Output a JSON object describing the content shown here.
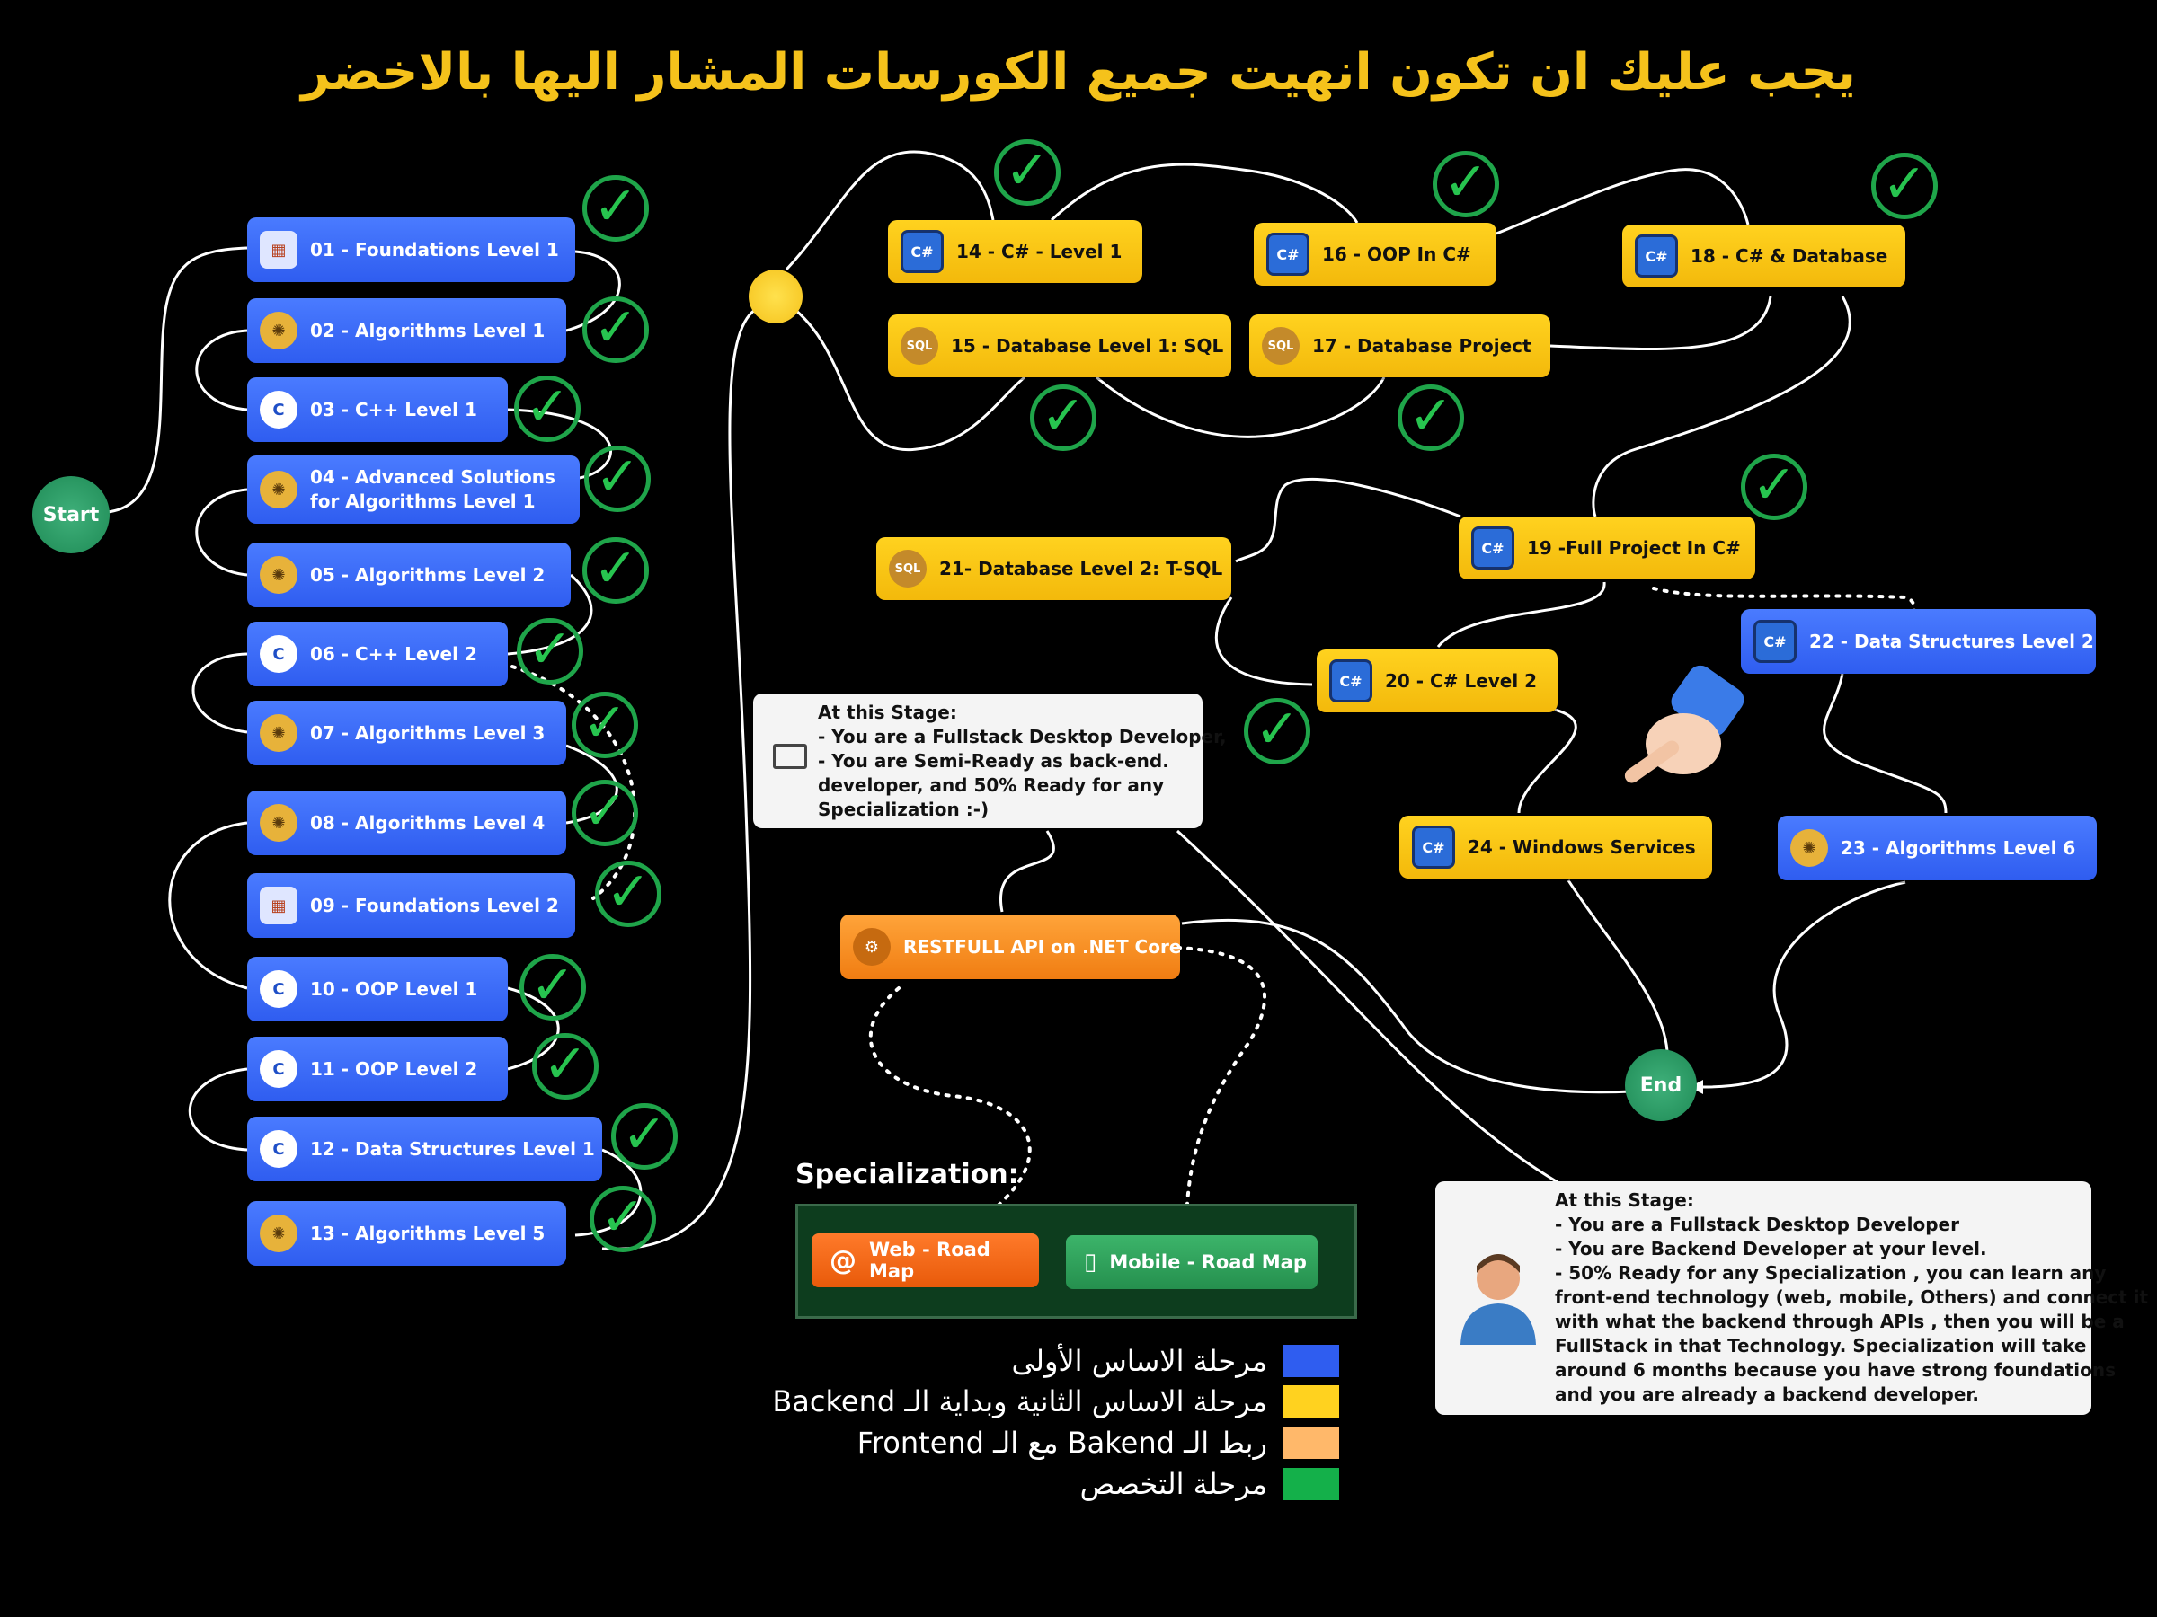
{
  "title": "يجب عليك ان تكون انهيت جميع الكورسات المشار اليها بالاخضر",
  "start_label": "Start",
  "end_label": "End",
  "courses": {
    "c01": {
      "label": "01 - Foundations Level 1",
      "icon": "brick-wall-icon"
    },
    "c02": {
      "label": "02 - Algorithms Level 1",
      "icon": "brain-icon"
    },
    "c03": {
      "label": "03 - C++ Level 1",
      "icon": "cpp-icon"
    },
    "c04a": {
      "label": "04 - Advanced Solutions",
      "icon": "brain-icon"
    },
    "c04b": {
      "label": "for Algorithms Level 1"
    },
    "c05": {
      "label": "05 - Algorithms  Level 2",
      "icon": "brain-icon"
    },
    "c06": {
      "label": "06 - C++ Level 2",
      "icon": "cpp-icon"
    },
    "c07": {
      "label": "07 - Algorithms Level 3",
      "icon": "brain-icon"
    },
    "c08": {
      "label": "08 - Algorithms Level 4",
      "icon": "brain-icon"
    },
    "c09": {
      "label": "09 - Foundations Level 2",
      "icon": "brick-wall-icon"
    },
    "c10": {
      "label": "10 - OOP Level 1",
      "icon": "cpp-icon"
    },
    "c11": {
      "label": "11 - OOP Level 2",
      "icon": "cpp-icon"
    },
    "c12": {
      "label": "12 - Data Structures Level 1",
      "icon": "cpp-icon"
    },
    "c13": {
      "label": "13 - Algorithms Level 5",
      "icon": "brain-icon"
    },
    "c14": {
      "label": "14 - C# - Level 1",
      "icon": "csharp-monitor-icon"
    },
    "c15": {
      "label": "15 - Database Level 1: SQL",
      "icon": "sql-database-icon"
    },
    "c16": {
      "label": "16 - OOP In C#",
      "icon": "csharp-monitor-icon"
    },
    "c17": {
      "label": "17 - Database Project",
      "icon": "sql-database-icon"
    },
    "c18": {
      "label": "18 - C# & Database",
      "icon": "csharp-monitor-icon"
    },
    "c19": {
      "label": "19 -Full Project In C#",
      "icon": "csharp-monitor-icon"
    },
    "c20": {
      "label": "20 - C# Level 2",
      "icon": "csharp-monitor-icon"
    },
    "c21": {
      "label": "21- Database Level 2: T-SQL",
      "icon": "sql-database-icon"
    },
    "c22": {
      "label": "22 - Data Structures Level 2",
      "icon": "csharp-monitor-icon"
    },
    "c23": {
      "label": "23 - Algorithms Level 6",
      "icon": "brain-icon"
    },
    "c24": {
      "label": "24 - Windows Services",
      "icon": "csharp-monitor-icon"
    },
    "api": {
      "label": "RESTFULL API on .NET Core",
      "icon": "gears-icon"
    }
  },
  "completed_courses": [
    "01",
    "02",
    "03",
    "04",
    "05",
    "06",
    "07",
    "08",
    "09",
    "10",
    "11",
    "12",
    "13",
    "14",
    "15",
    "16",
    "17",
    "18",
    "19",
    "20"
  ],
  "note1": {
    "lines": [
      "At this Stage:",
      "- You are a Fullstack Desktop Developer,",
      "- You are Semi-Ready as back-end.",
      "developer, and 50% Ready for any",
      "Specialization :-)"
    ],
    "icon": "laptop-icon"
  },
  "note2": {
    "lines": [
      "At this Stage:",
      "- You are a Fullstack Desktop Developer",
      "- You are Backend Developer at your level.",
      "- 50% Ready for any Specialization , you can learn any",
      "front-end technology (web, mobile, Others) and connect it",
      "with what the backend through APIs , then you will be a",
      "FullStack in that Technology. Specialization will take",
      "around 6 months because you have strong foundations",
      "and you are already a backend developer."
    ],
    "icon": "person-avatar-icon"
  },
  "specialization": {
    "label": "Specialization:",
    "web": "Web - Road Map",
    "mobile": "Mobile - Road Map"
  },
  "legend": [
    {
      "text": "مرحلة الاساس الأولى",
      "color": "#2f5df0"
    },
    {
      "text": "مرحلة الاساس الثانية وبداية الـ Backend",
      "color": "#ffd21f"
    },
    {
      "text": "ربط الـ Bakend مع الـ Frontend",
      "color": "#ffb86a"
    },
    {
      "text": "مرحلة التخصص",
      "color": "#14b04a"
    }
  ],
  "colors": {
    "foundation_blue": "#2f5df0",
    "backend_yellow": "#ffd21f",
    "connect_orange": "#f07d12",
    "specialization_green": "#14b04a",
    "check_green": "#27c44f",
    "title_yellow": "#f5c21b"
  }
}
